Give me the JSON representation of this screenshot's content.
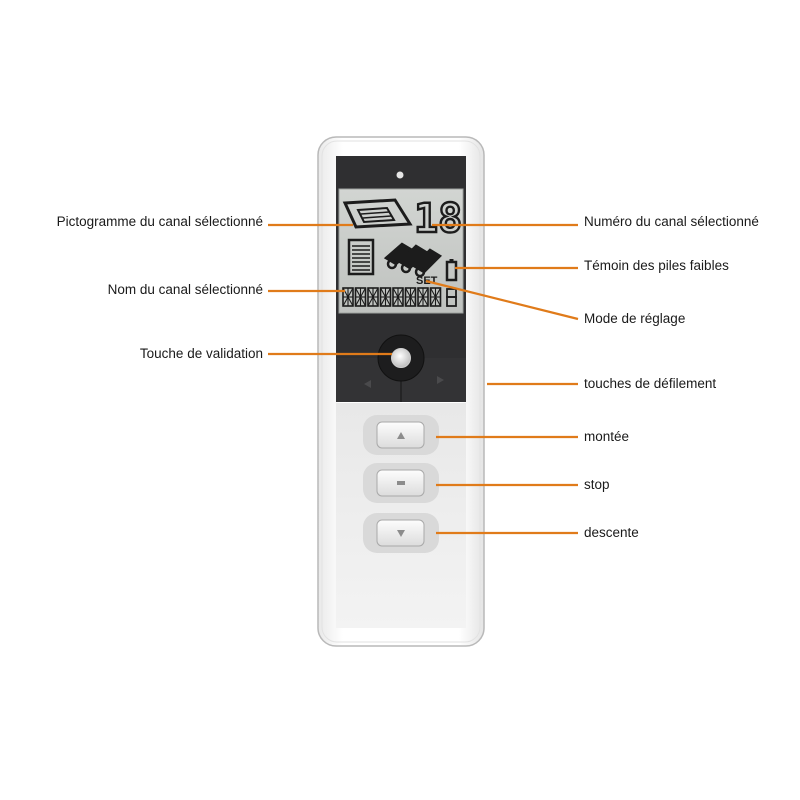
{
  "device": {
    "channel_number": "18",
    "set_indicator": "SET",
    "accent_color": "#e07b1a",
    "screen_color": "#c9ccc9",
    "body_color": "#ffffff",
    "top_panel_color": "#2f2f31"
  },
  "annotations": {
    "left": [
      {
        "id": "pictogram",
        "text": "Pictogramme du canal sélectionné"
      },
      {
        "id": "channel-name",
        "text": "Nom du canal sélectionné"
      },
      {
        "id": "validation-key",
        "text": "Touche de validation"
      }
    ],
    "right": [
      {
        "id": "channel-number",
        "text": "Numéro du canal sélectionné"
      },
      {
        "id": "low-battery",
        "text": "Témoin des piles faibles"
      },
      {
        "id": "setting-mode",
        "text": "Mode de réglage"
      },
      {
        "id": "scroll-keys",
        "text": "touches de défilement"
      },
      {
        "id": "up",
        "text": "montée"
      },
      {
        "id": "stop",
        "text": "stop"
      },
      {
        "id": "down",
        "text": "descente"
      }
    ]
  },
  "icons": [
    "led-icon",
    "awning-pictogram-icon",
    "shutter-icon",
    "blinds-icon",
    "battery-icon",
    "arrow-left-icon",
    "arrow-right-icon",
    "arrow-up-icon",
    "stop-icon",
    "arrow-down-icon"
  ]
}
